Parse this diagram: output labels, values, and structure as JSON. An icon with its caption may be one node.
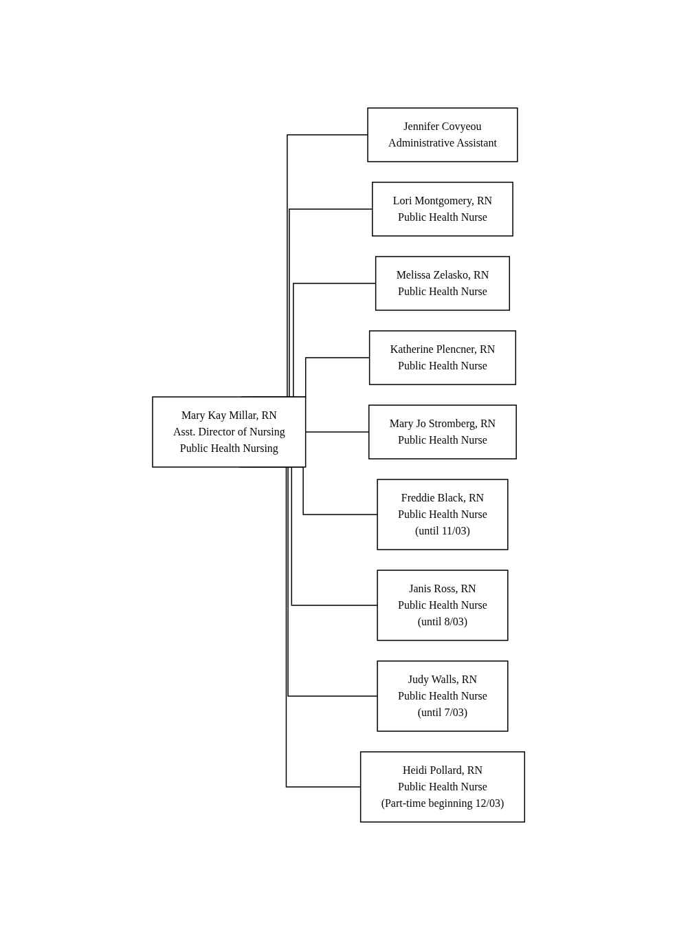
{
  "diagram": {
    "nodes": [
      {
        "text": [
          "Mary Kay Millar, RN",
          "Asst. Director of Nursing",
          "Public Health Nursing"
        ]
      },
      {
        "text": [
          "Jennifer Covyeou",
          "Administrative Assistant"
        ]
      },
      {
        "text": [
          "Lori Montgomery, RN",
          "Public Health Nurse"
        ]
      },
      {
        "text": [
          "Melissa Zelasko, RN",
          "Public Health Nurse"
        ]
      },
      {
        "text": [
          "Katherine Plencner, RN",
          "Public Health Nurse"
        ]
      },
      {
        "text": [
          "Mary Jo Stromberg, RN",
          "Public Health Nurse"
        ]
      },
      {
        "text": [
          "Freddie Black, RN",
          "Public Health Nurse",
          "(until 11/03)"
        ]
      },
      {
        "text": [
          "Janis Ross, RN",
          "Public Health Nurse",
          "(until 8/03)"
        ]
      },
      {
        "text": [
          "Judy Walls, RN",
          "Public Health Nurse",
          "(until 7/03)"
        ]
      },
      {
        "text": [
          "Heidi Pollard, RN",
          "Public Health Nurse",
          "(Part-time beginning 12/03)"
        ]
      }
    ],
    "edges": [
      {
        "from": 0,
        "to": 1,
        "arrow": "none"
      },
      {
        "from": 0,
        "to": 2,
        "arrow": "none"
      },
      {
        "from": 0,
        "to": 3,
        "arrow": "none"
      },
      {
        "from": 0,
        "to": 4,
        "arrow": "none"
      },
      {
        "from": 0,
        "to": 5,
        "arrow": "none"
      },
      {
        "from": 0,
        "to": 6,
        "arrow": "none"
      },
      {
        "from": 0,
        "to": 7,
        "arrow": "none"
      },
      {
        "from": 0,
        "to": 8,
        "arrow": "none"
      },
      {
        "from": 0,
        "to": 9,
        "arrow": "none"
      }
    ]
  }
}
